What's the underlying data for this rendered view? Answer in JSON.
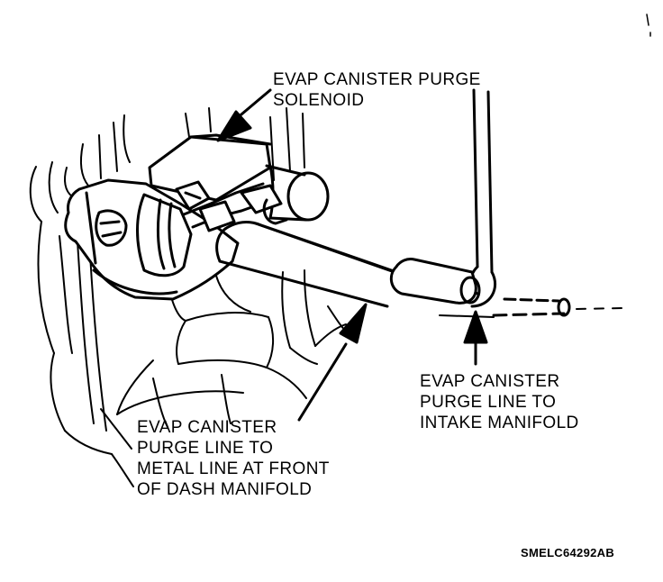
{
  "labels": {
    "solenoid": [
      "EVAP CANISTER PURGE",
      "SOLENOID"
    ],
    "intake_line": [
      "EVAP CANISTER",
      "PURGE LINE TO",
      "INTAKE MANIFOLD"
    ],
    "metal_line": [
      "EVAP CANISTER",
      "PURGE LINE TO",
      "METAL LINE AT FRONT",
      "OF DASH MANIFOLD"
    ]
  },
  "figure_code": "SMELC64292AB",
  "colors": {
    "ink": "#000000",
    "paper": "#ffffff"
  }
}
